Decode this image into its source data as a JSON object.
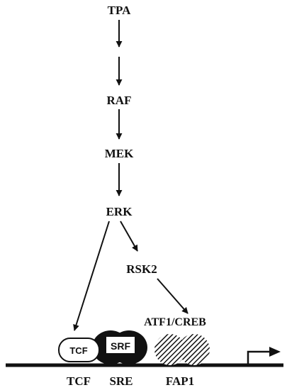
{
  "nodes": {
    "tpa": "TPA",
    "raf": "RAF",
    "mek": "MEK",
    "erk": "ERK",
    "rsk2": "RSK2",
    "atf1_creb": "ATF1/CREB"
  },
  "elements": {
    "tcf_box": "TCF",
    "srf_box": "SRF"
  },
  "bottom_labels": {
    "tcf": "TCF",
    "sre": "SRE",
    "fap1": "FAP1"
  },
  "colors": {
    "ink": "#111111",
    "background": "#ffffff"
  }
}
